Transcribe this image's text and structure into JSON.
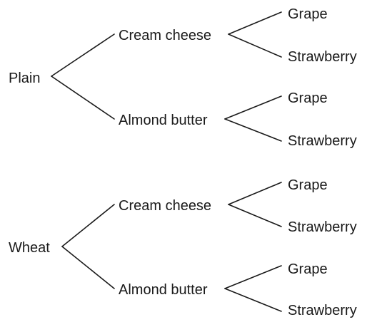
{
  "tree": [
    {
      "label": "Plain",
      "children": [
        {
          "label": "Cream cheese",
          "children": [
            {
              "label": "Grape"
            },
            {
              "label": "Strawberry"
            }
          ]
        },
        {
          "label": "Almond butter",
          "children": [
            {
              "label": "Grape"
            },
            {
              "label": "Strawberry"
            }
          ]
        }
      ]
    },
    {
      "label": "Wheat",
      "children": [
        {
          "label": "Cream cheese",
          "children": [
            {
              "label": "Grape"
            },
            {
              "label": "Strawberry"
            }
          ]
        },
        {
          "label": "Almond butter",
          "children": [
            {
              "label": "Grape"
            },
            {
              "label": "Strawberry"
            }
          ]
        }
      ]
    }
  ],
  "colors": {
    "line": "#1a1a1a",
    "text": "#1a1a1a",
    "background": "#ffffff"
  }
}
